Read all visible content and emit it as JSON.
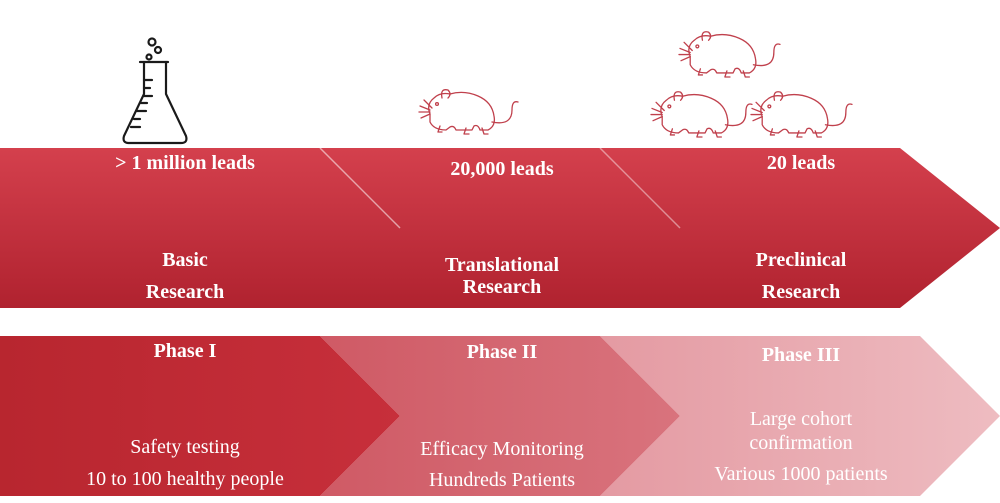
{
  "top_row": {
    "stages": [
      {
        "leads": "> 1 million leads",
        "title_line1": "Basic",
        "title_line2": "Research",
        "icon": "flask-icon"
      },
      {
        "leads": "20,000 leads",
        "title_line1": "Translational",
        "title_line2": "Research",
        "icon": "rat-icon"
      },
      {
        "leads": "20 leads",
        "title_line1": "Preclinical",
        "title_line2": "Research",
        "icon": "rat-group-icon"
      }
    ]
  },
  "bottom_row": {
    "phases": [
      {
        "title": "Phase I",
        "line1": "Safety testing",
        "line2": "10 to 100 healthy people"
      },
      {
        "title": "Phase II",
        "line1": "Efficacy Monitoring",
        "line2": "Hundreds Patients"
      },
      {
        "title": "Phase III",
        "line1": "Large cohort",
        "line1b": "confirmation",
        "line2": "Various 1000 patients"
      }
    ]
  },
  "colors": {
    "dark_red": "#b52733",
    "red": "#d2424f",
    "light_red": "#e8a3aa",
    "outline_red": "#c0404c",
    "icon_black": "#1a1a1a"
  }
}
